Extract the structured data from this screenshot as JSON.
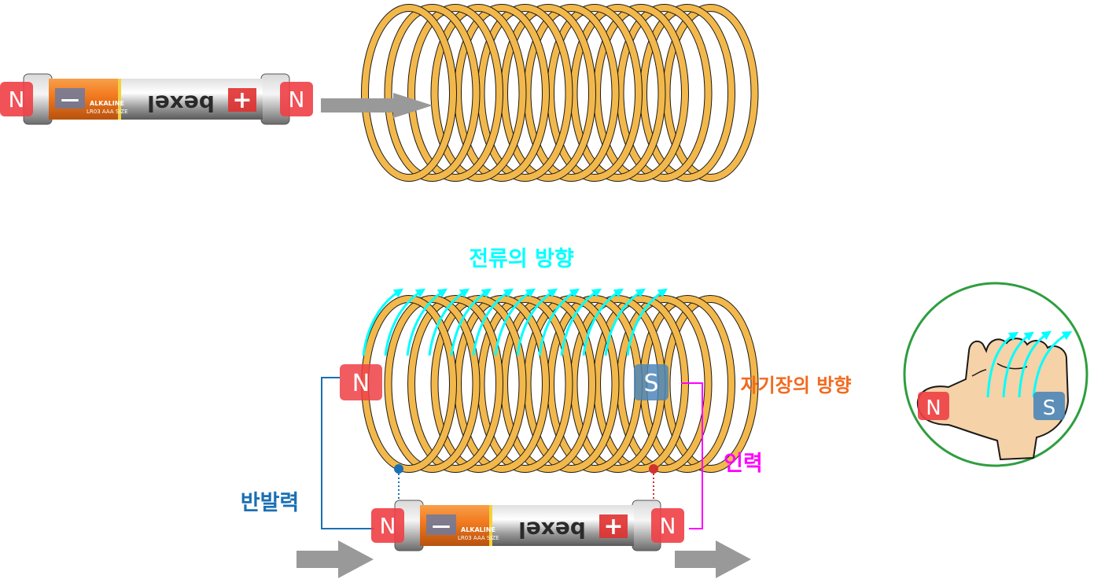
{
  "labels": {
    "current_direction": "전류의 방향",
    "field_direction": "자기장의 방향",
    "attraction": "인력",
    "repulsion": "반발력"
  },
  "magnets": {
    "north": "N",
    "south": "S"
  },
  "battery": {
    "brand": "bexel",
    "type": "ALKALINE",
    "size": "LR03 AAA SIZE",
    "minus": "—",
    "plus": "+"
  },
  "colors": {
    "coil": "#f2b84b",
    "coil_outline": "#1a1a1a",
    "current_arrow": "#00ffff",
    "field_label": "#f26a1e",
    "attraction": "#ff00ff",
    "repulsion": "#1a6fb3",
    "north": "#ee3f45",
    "south": "#4d86b8",
    "move_arrow": "#999999",
    "hand_circle": "#2e9e3e",
    "hand_skin": "#f5d2a8"
  },
  "icons": {
    "hand": "right-hand-rule-icon",
    "move_arrow": "arrow-right-icon"
  }
}
